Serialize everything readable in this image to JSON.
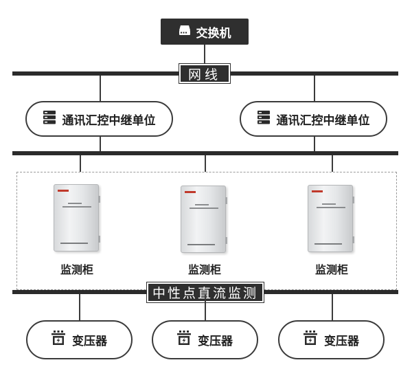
{
  "switch": {
    "label": "交换机",
    "icon": "switch-icon"
  },
  "network_label": "网线",
  "relays": [
    {
      "label": "通讯汇控中继单位",
      "icon": "server-rack-icon"
    },
    {
      "label": "通讯汇控中继单位",
      "icon": "server-rack-icon"
    }
  ],
  "cabinets": [
    {
      "label": "监测柜"
    },
    {
      "label": "监测柜"
    },
    {
      "label": "监测柜"
    }
  ],
  "neutral_label": "中性点直流监测",
  "transformers": [
    {
      "label": "变压器",
      "icon": "transformer-icon"
    },
    {
      "label": "变压器",
      "icon": "transformer-icon"
    },
    {
      "label": "变压器",
      "icon": "transformer-icon"
    }
  ],
  "colors": {
    "dark": "#2f2f2f",
    "outline": "#3a3a3a",
    "dashed": "#9a9a9a",
    "brand_red": "#c0392b"
  }
}
